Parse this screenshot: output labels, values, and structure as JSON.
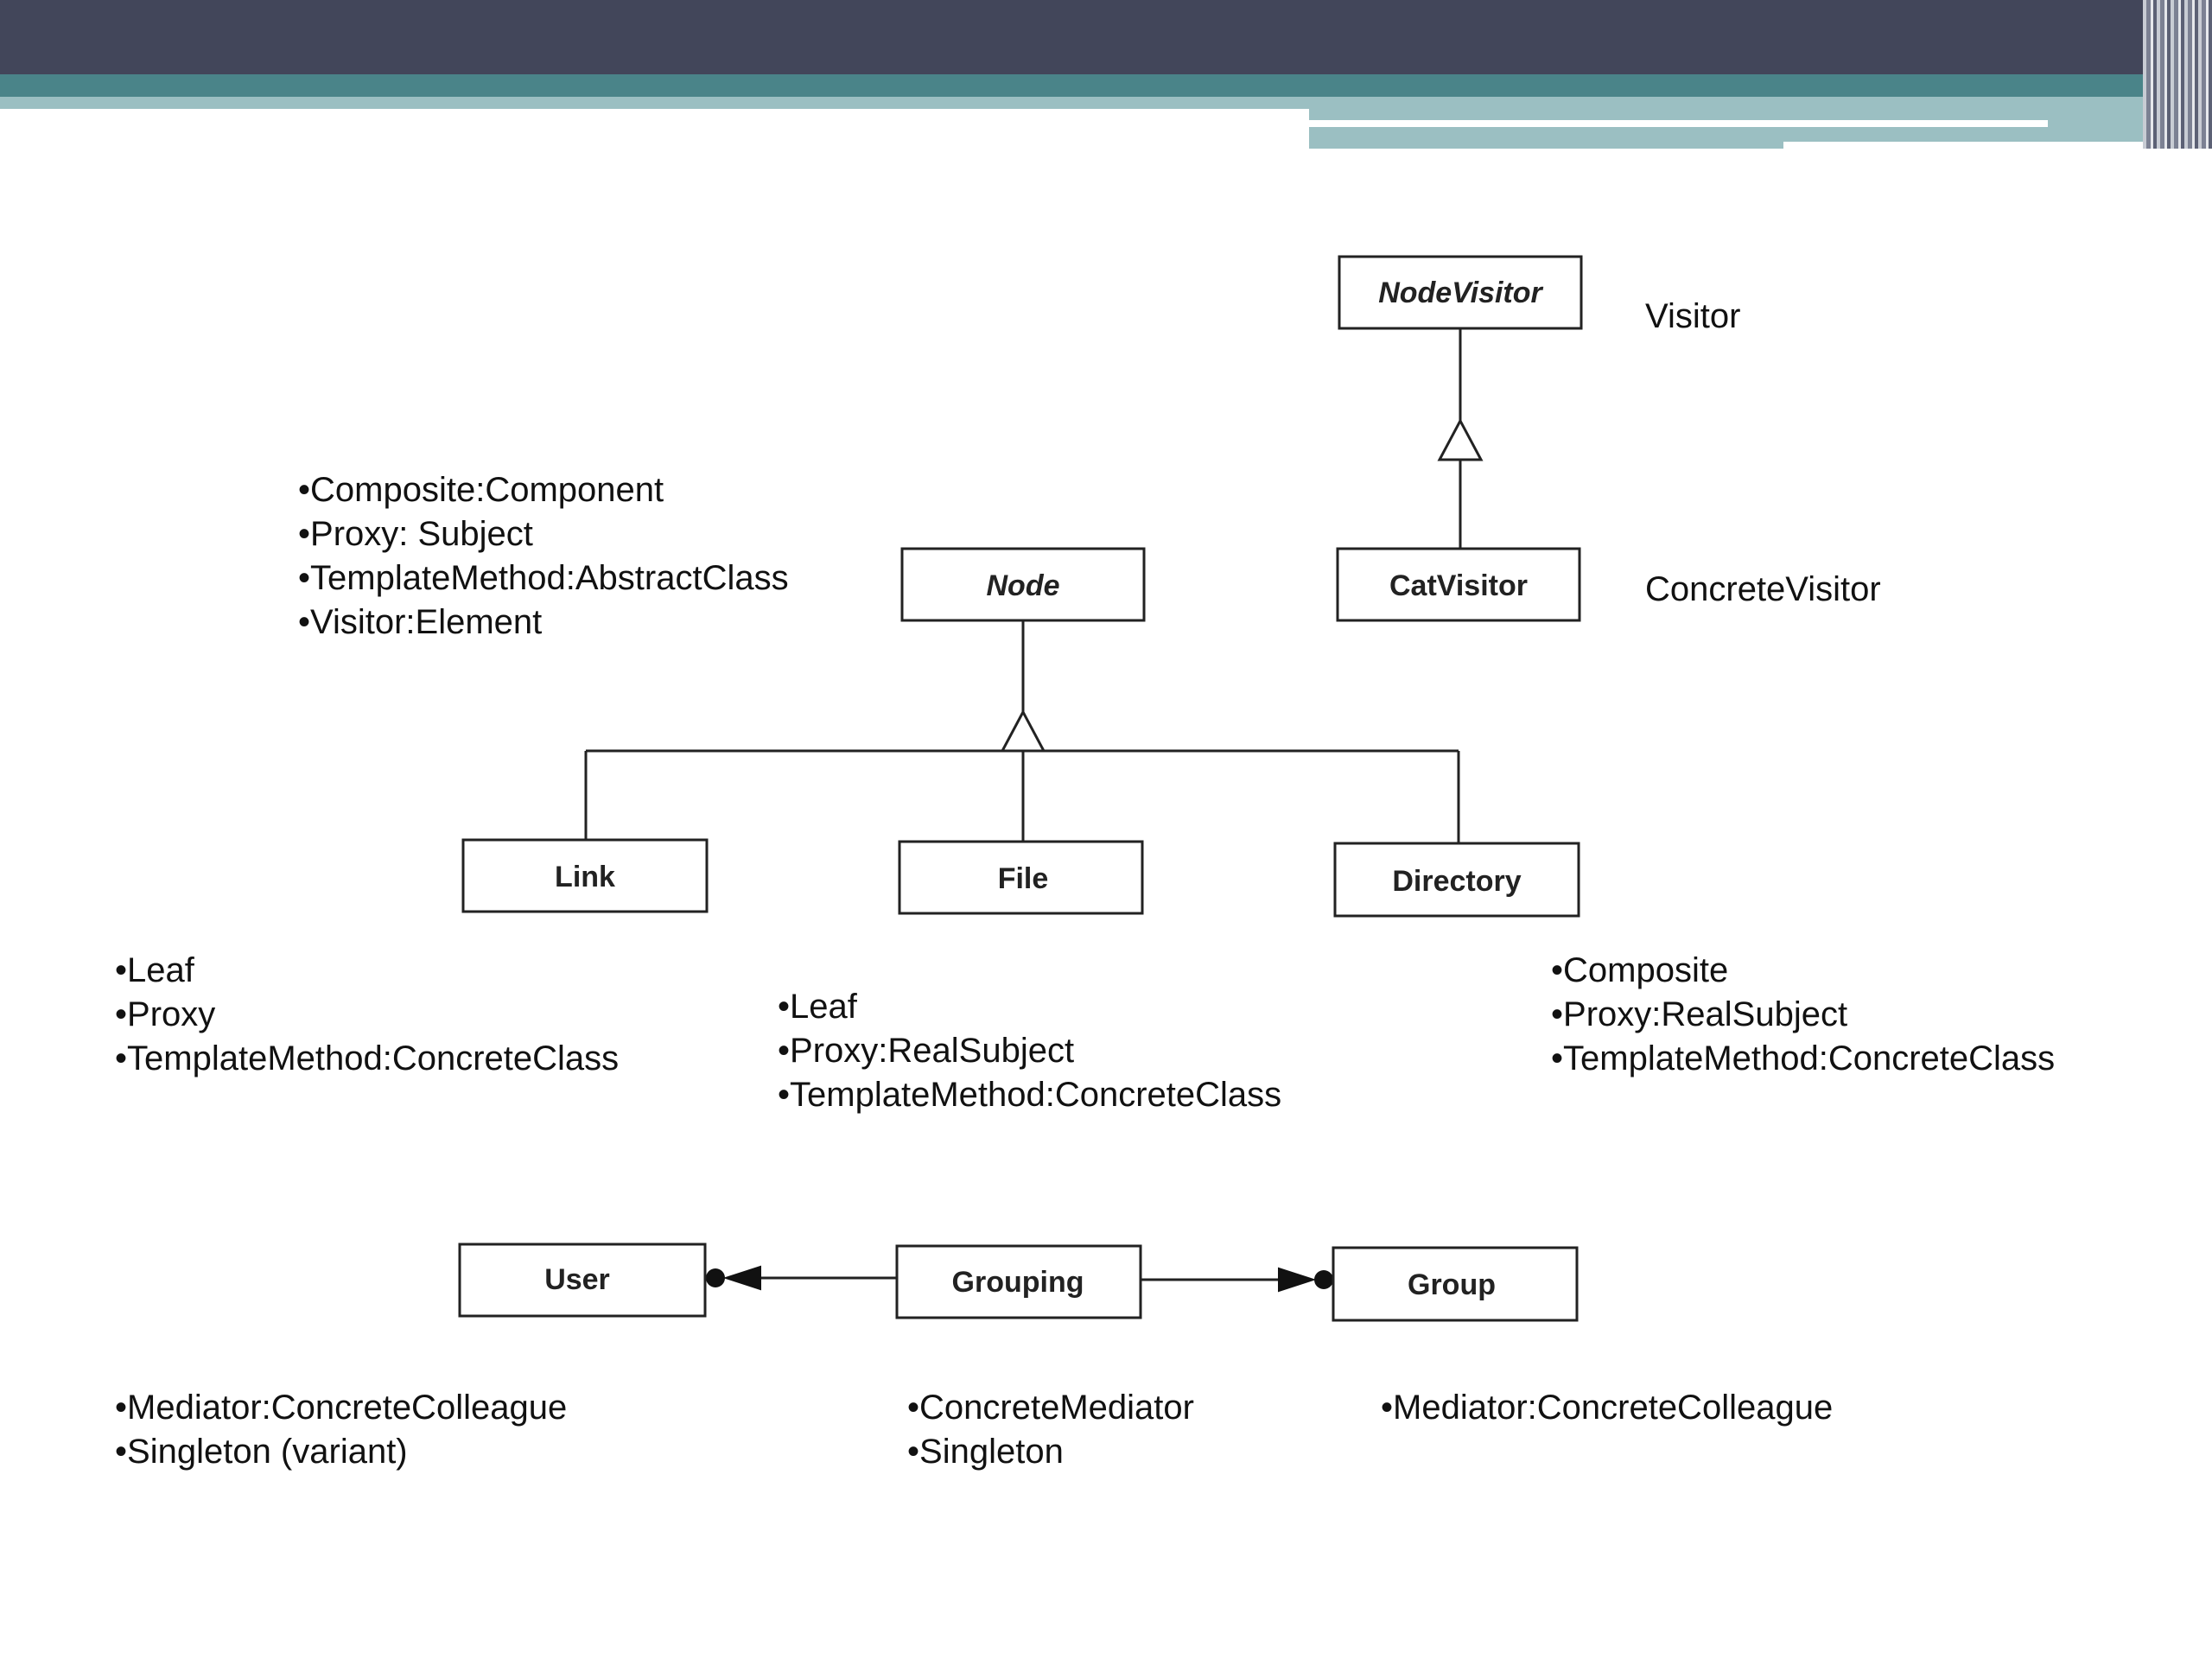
{
  "classes": {
    "node_visitor": "NodeVisitor",
    "cat_visitor": "CatVisitor",
    "node": "Node",
    "link": "Link",
    "file": "File",
    "directory": "Directory",
    "user": "User",
    "grouping": "Grouping",
    "group": "Group"
  },
  "role_labels": {
    "visitor": "Visitor",
    "concrete_visitor": "ConcreteVisitor"
  },
  "notes": {
    "node": [
      "Composite:Component",
      "Proxy: Subject",
      "TemplateMethod:AbstractClass",
      "Visitor:Element"
    ],
    "link": [
      "Leaf",
      "Proxy",
      "TemplateMethod:ConcreteClass"
    ],
    "file": [
      "Leaf",
      "Proxy:RealSubject",
      "TemplateMethod:ConcreteClass"
    ],
    "directory": [
      "Composite",
      "Proxy:RealSubject",
      "TemplateMethod:ConcreteClass"
    ],
    "user": [
      "Mediator:ConcreteColleague",
      "Singleton (variant)"
    ],
    "grouping": [
      "ConcreteMediator",
      "Singleton"
    ],
    "group": [
      "Mediator:ConcreteColleague"
    ]
  }
}
